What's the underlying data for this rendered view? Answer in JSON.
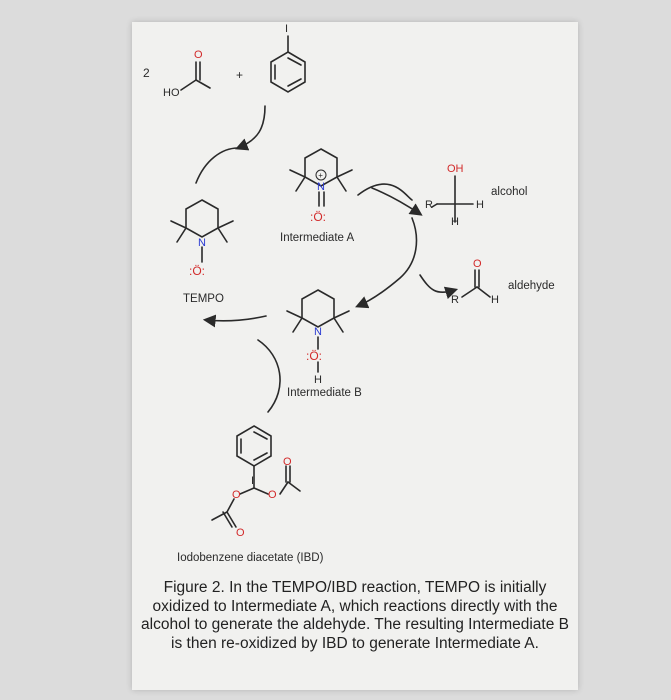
{
  "scheme": {
    "stoich": "2",
    "plus": "+",
    "species": {
      "tempo": "TEMPO",
      "intermediate_a": "Intermediate A",
      "intermediate_b": "Intermediate B",
      "alcohol": "alcohol",
      "aldehyde": "aldehyde",
      "ibd": "Iodobenzene diacetate (IBD)"
    },
    "atoms": {
      "ho": "HO",
      "o": "O",
      "i": "I",
      "n": "N",
      "oh": "OH",
      "r": "R",
      "h": "H",
      "o_radical": ":Ö:",
      "oxo": "Ö",
      "plus_charge": "+"
    }
  },
  "caption": "Figure 2. In the TEMPO/IBD reaction, TEMPO is initially oxidized to Intermediate A, which reactions directly with the alcohol to generate the aldehyde. The resulting Intermediate B is then re-oxidized by IBD to generate Intermediate A.",
  "colors": {
    "background": "#dcdcdc",
    "card": "#f1f1ef",
    "ink": "#2a2a2a",
    "oxygen": "#d22a2a",
    "nitrogen": "#2a3ad2"
  }
}
